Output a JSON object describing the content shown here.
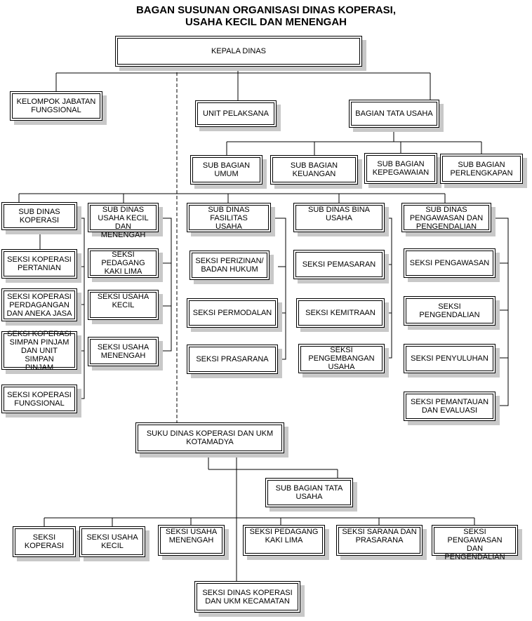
{
  "title": {
    "line1": "BAGAN SUSUNAN ORGANISASI DINAS KOPERASI,",
    "line2": "USAHA KECIL DAN MENENGAH"
  },
  "units": {
    "kepala": "KEPALA DINAS",
    "kelompok": "KELOMPOK JABATAN\nFUNGSIONAL",
    "unit_pelaksana": "UNIT PELAKSANA",
    "tata_usaha": "BAGIAN TATA USAHA",
    "sb_umum": "SUB BAGIAN\nUMUM",
    "sb_keuangan": "SUB BAGIAN\nKEUANGAN",
    "sb_kepegawaian": "SUB BAGIAN\nKEPEGAWAIAN",
    "sb_perlengkapan": "SUB BAGIAN\nPERLENGKAPAN",
    "sd_koperasi": "SUB DINAS\nKOPERASI",
    "sd_ukm": "SUB DINAS\nUSAHA KECIL DAN\nMENENGAH",
    "sd_fasilitas": "SUB DINAS FASILITAS\nUSAHA",
    "sd_bina": "SUB DINAS BINA\nUSAHA",
    "sd_pengawasan": "SUB DINAS\nPENGAWASAN DAN\nPENGENDALIAN",
    "s_kop_pertanian": "SEKSI KOPERASI\nPERTANIAN",
    "s_kop_perdagangan": "SEKSI KOPERASI\nPERDAGANGAN\nDAN ANEKA JASA",
    "s_kop_simpan": "SEKSI KOPERASI\nSIMPAN PINJAM\nDAN UNIT SIMPAN\nPINJAM",
    "s_kop_fungsional": "SEKSI KOPERASI\nFUNGSIONAL",
    "s_pedagang": "SEKSI PEDAGANG\nKAKI LIMA",
    "s_usaha_kecil": "SEKSI USAHA\nKECIL",
    "s_usaha_menengah": "SEKSI USAHA\nMENENGAH",
    "s_perizinan": "SEKSI PERIZINAN/\nBADAN HUKUM",
    "s_permodalan": "SEKSI PERMODALAN",
    "s_prasarana": "SEKSI PRASARANA",
    "s_pemasaran": "SEKSI PEMASARAN",
    "s_kemitraan": "SEKSI KEMITRAAN",
    "s_pengembangan": "SEKSI\nPENGEMBANGAN\nUSAHA",
    "s_pengawasan": "SEKSI PENGAWASAN",
    "s_pengendalian": "SEKSI PENGENDALIAN",
    "s_penyuluhan": "SEKSI PENYULUHAN",
    "s_pemantauan": "SEKSI PEMANTAUAN\nDAN EVALUASI",
    "suku_dinas": "SUKU DINAS KOPERASI DAN UKM\nKOTAMADYA",
    "suku_tata_usaha": "SUB BAGIAN TATA\nUSAHA",
    "sk_koperasi": "SEKSI\nKOPERASI",
    "sk_usaha_kecil": "SEKSI USAHA\nKECIL",
    "sk_usaha_menengah": "SEKSI USAHA\nMENENGAH",
    "sk_pedagang": "SEKSI PEDAGANG\nKAKI LIMA",
    "sk_sarana": "SEKSI SARANA DAN\nPRASARANA",
    "sk_pengawasan": "SEKSI PENGAWASAN\nDAN PENGENDALIAN",
    "kecamatan": "SEKSI DINAS KOPERASI\nDAN UKM KECAMATAN"
  }
}
